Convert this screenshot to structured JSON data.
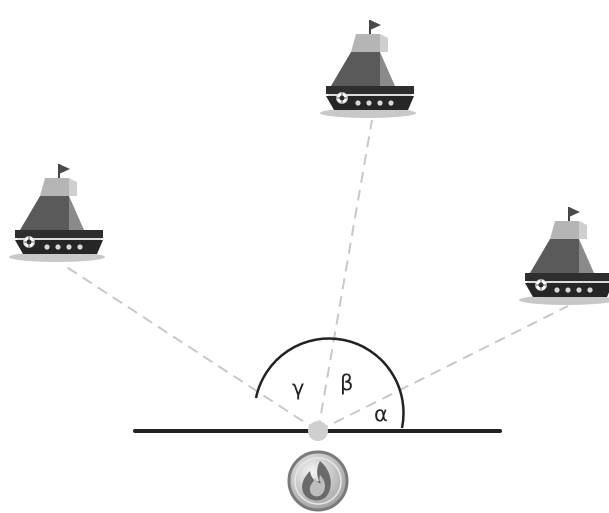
{
  "angle_labels": {
    "alpha": "α",
    "beta": "β",
    "gamma": "γ"
  },
  "ships": [
    {
      "id": "left"
    },
    {
      "id": "top"
    },
    {
      "id": "right"
    }
  ],
  "icons": [
    "ship-icon",
    "flag-icon",
    "lifebuoy-icon",
    "flame-icon"
  ],
  "colors": {
    "background": "#ffffff",
    "baseline": "#222222",
    "sight_line": "#c8c8c8",
    "observer_point": "#cfcfcf",
    "hull": "#2a2a2a",
    "sail_dark": "#5a5a5a",
    "sail_mid": "#8a8a8a",
    "sail_light": "#b5b5b5",
    "shadow": "#9a9a9a"
  }
}
